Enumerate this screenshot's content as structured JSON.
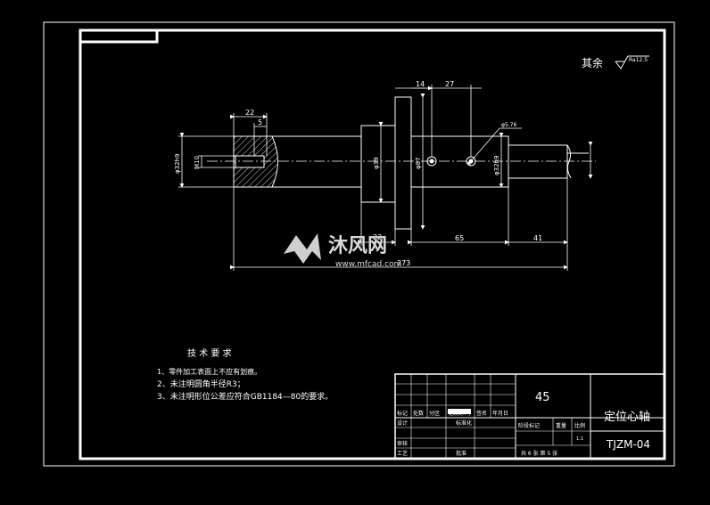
{
  "surface_finish": {
    "label": "其余",
    "symbol_text": "Ra12.5"
  },
  "dimensions": {
    "d22_top": "22",
    "d5": "5",
    "d14": "14",
    "d27": "27",
    "d5_76": "φ5.76",
    "d22_bottom": "22",
    "d65": "65",
    "d41": "41",
    "d273": "273",
    "phi_left": "φ32h9",
    "m10": "M10",
    "phi_mid": "φ39",
    "phi_flange": "φ87",
    "phi_right": "φ32h9"
  },
  "watermark": {
    "cn": "沐风网",
    "url": "www.mfcad.com"
  },
  "tech_requirements": {
    "title": "技 术 要 求",
    "items": [
      "1、零件加工表面上不应有划痕。",
      "2、未注明圆角半径R3；",
      "3、未注明形位公差应符合GB1184—80的要求。"
    ]
  },
  "title_block": {
    "material": "45",
    "part_name": "定位心轴",
    "drawing_no": "TJZM-04",
    "rev_headers": [
      "标记",
      "处数",
      "分区",
      "更改文件号",
      "签名",
      "年月日"
    ],
    "role_labels": [
      "设计",
      "审核",
      "工艺"
    ],
    "std_labels": [
      "标准化",
      "",
      "批准"
    ],
    "stage_headers": [
      "阶段标记",
      "重量",
      "比例"
    ],
    "scale": "1:1",
    "sheets": "共 6 张 第 5 张"
  }
}
